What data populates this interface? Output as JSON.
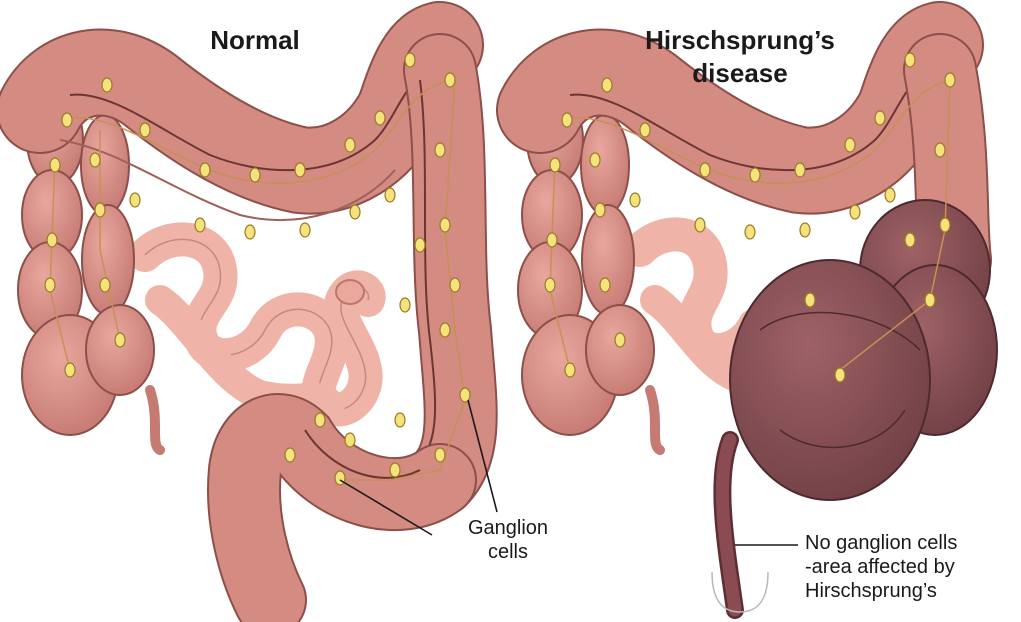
{
  "panels": [
    {
      "title": "Normal",
      "callout": [
        "Ganglion",
        "cells"
      ]
    },
    {
      "title": [
        "Hirschsprung’s",
        "disease"
      ],
      "callout": [
        "No ganglion cells",
        "-area affected by",
        "Hirschsprung’s"
      ]
    }
  ],
  "colors": {
    "colon": "#d98f86",
    "colon_dark": "#a9625c",
    "small_intestine": "#f0b7aa",
    "megacolon": "#8a5256",
    "ganglion_fill": "#f4e27a",
    "ganglion_stroke": "#9a7a2a",
    "nerve": "#c98f55",
    "outline": "#5a3030"
  }
}
